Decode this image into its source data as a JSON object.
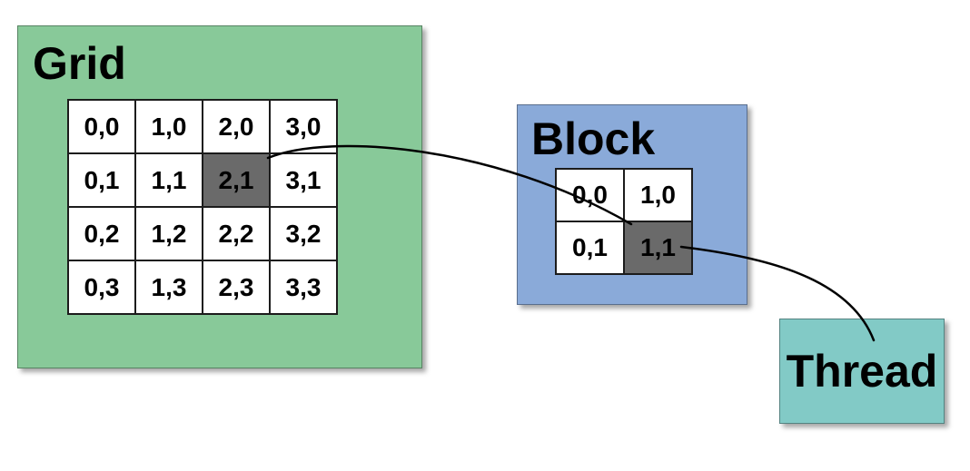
{
  "grid": {
    "label": "Grid",
    "highlighted_cell": "2,1",
    "cells": [
      [
        "0,0",
        "1,0",
        "2,0",
        "3,0"
      ],
      [
        "0,1",
        "1,1",
        "2,1",
        "3,1"
      ],
      [
        "0,2",
        "1,2",
        "2,2",
        "3,2"
      ],
      [
        "0,3",
        "1,3",
        "2,3",
        "3,3"
      ]
    ]
  },
  "block": {
    "label": "Block",
    "highlighted_cell": "1,1",
    "cells": [
      [
        "0,0",
        "1,0"
      ],
      [
        "0,1",
        "1,1"
      ]
    ]
  },
  "thread": {
    "label": "Thread"
  },
  "connectors": [
    {
      "from": "grid-cell-2,1",
      "to": "block-cell-1,1"
    },
    {
      "from": "block-cell-1,1",
      "to": "thread-box"
    }
  ],
  "colors": {
    "grid_fill": "#88C999",
    "block_fill": "#8AAAD9",
    "thread_fill": "#82CAC6",
    "highlight_fill": "#6A6A6A",
    "cell_fill": "#FFFFFF",
    "cell_border": "#1C1C1C",
    "connector": "#000000",
    "label_text": "#000000"
  }
}
